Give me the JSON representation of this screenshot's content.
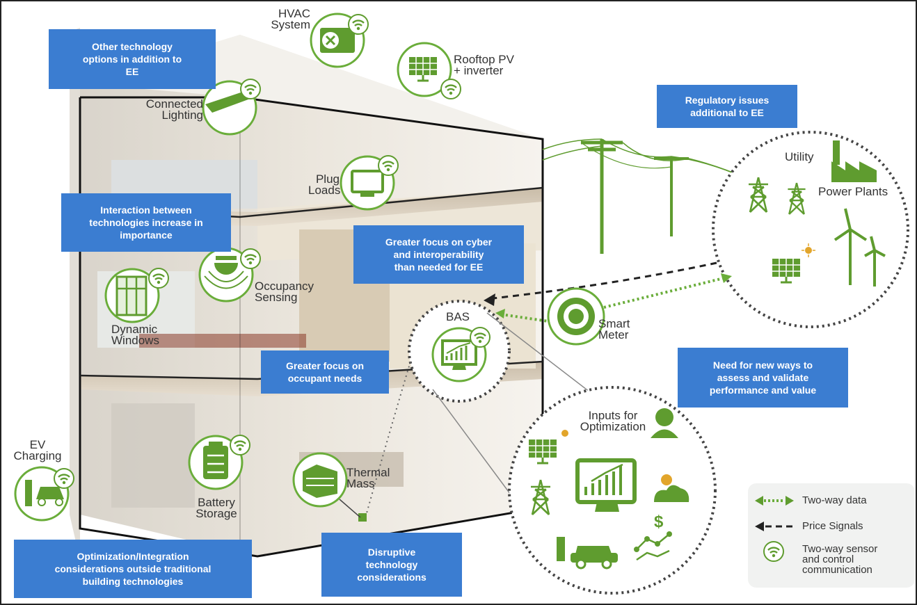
{
  "callouts": {
    "other_tech": "Other technology\noptions in addition to\nEE",
    "regulatory": "Regulatory issues\nadditional to EE",
    "interaction": "Interaction between\ntechnologies increase in\nimportance",
    "cyber": "Greater focus on cyber\nand interoperability\nthan needed for EE",
    "occupant": "Greater focus on\noccupant needs",
    "assess": "Need for new ways to\nassess and validate\nperformance and value",
    "optimization": "Optimization/Integration\nconsiderations outside traditional\nbuilding technologies",
    "disruptive": "Disruptive\ntechnology\nconsiderations"
  },
  "labels": {
    "hvac": "HVAC\nSystem",
    "rooftop_pv": "Rooftop PV\n+ inverter",
    "connected_lighting": "Connected\nLighting",
    "plug_loads": "Plug\nLoads",
    "occupancy_sensing": "Occupancy\nSensing",
    "dynamic_windows": "Dynamic\nWindows",
    "bas": "BAS",
    "smart_meter": "Smart\nMeter",
    "utility": "Utility",
    "power_plants": "Power Plants",
    "inputs_optimization": "Inputs for\nOptimization",
    "ev_charging": "EV\nCharging",
    "battery_storage": "Battery\nStorage",
    "thermal_mass": "Thermal\nMass"
  },
  "legend": {
    "two_way_data": "Two-way data",
    "price_signals": "Price Signals",
    "sensor": "Two-way sensor\nand control\ncommunication"
  },
  "colors": {
    "green": "#5f9c2f",
    "callout_blue": "#3b7dd1",
    "dark_dash": "#222222"
  },
  "icons": [
    "wifi-icon",
    "hvac-icon",
    "solar-panel-icon",
    "lighting-icon",
    "computer-icon",
    "occupancy-sensor-icon",
    "window-icon",
    "bas-monitor-icon",
    "smart-meter-icon",
    "transmission-tower-icon",
    "factory-icon",
    "wind-turbine-icon",
    "person-icon",
    "cloud-sun-icon",
    "dollar-icon",
    "ev-car-icon",
    "battery-icon",
    "thermal-mass-icon"
  ]
}
